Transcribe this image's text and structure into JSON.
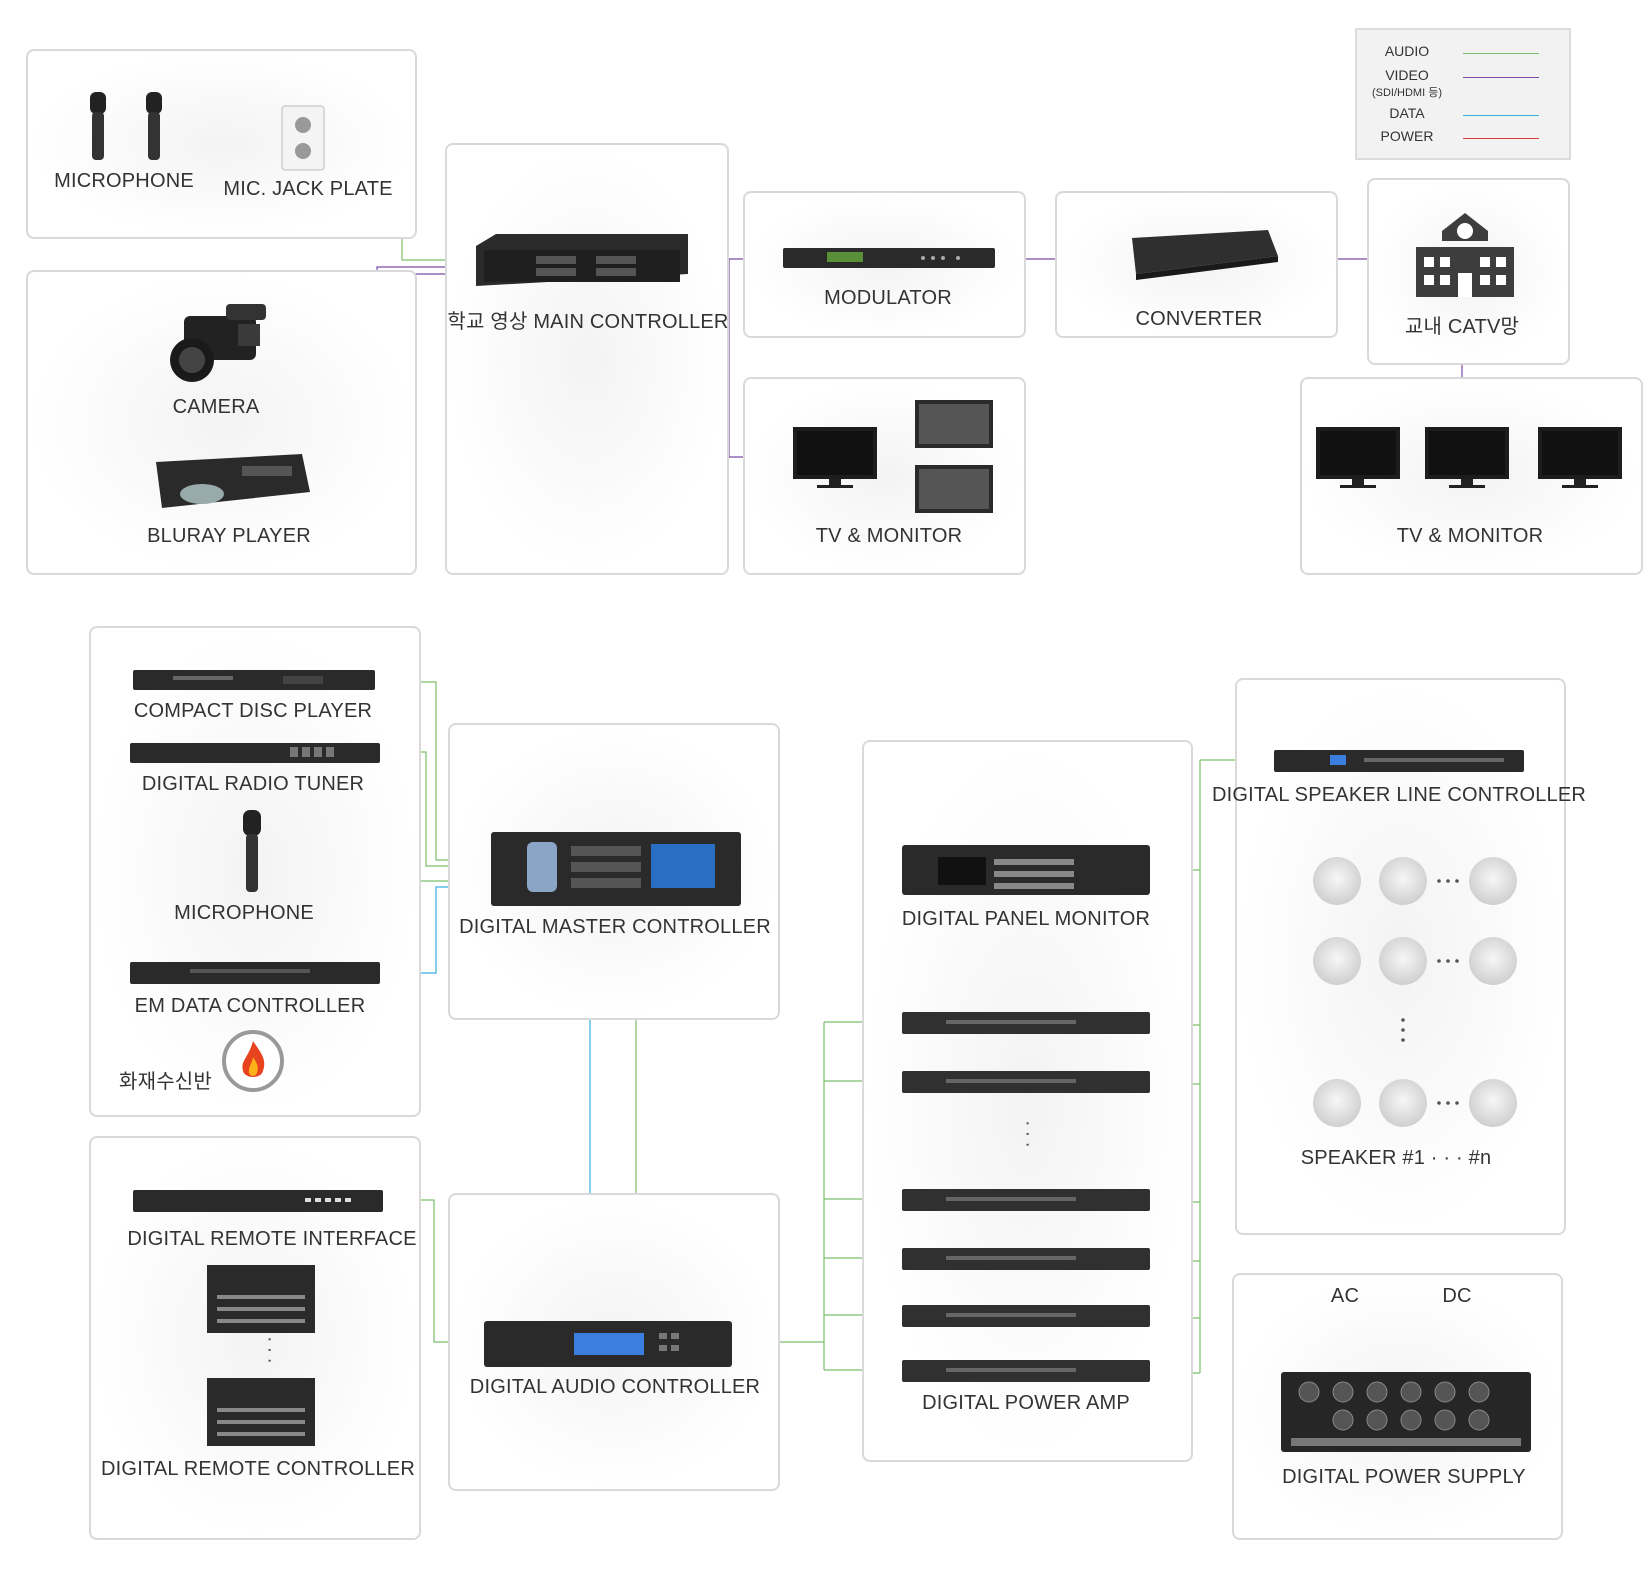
{
  "legend": {
    "items": [
      {
        "name": "AUDIO",
        "sub": "",
        "color": "#7cbf6a"
      },
      {
        "name": "VIDEO",
        "sub": "(SDI/HDMI 등)",
        "color": "#7b4aa7"
      },
      {
        "name": "DATA",
        "sub": "",
        "color": "#3aaee0"
      },
      {
        "name": "POWER",
        "sub": "",
        "color": "#e23b3b"
      }
    ]
  },
  "video_system": {
    "microphone": "MICROPHONE",
    "mic_jack_plate": "MIC. JACK PLATE",
    "camera": "CAMERA",
    "bluray_player": "BLURAY PLAYER",
    "main_controller": "학교 영상 MAIN CONTROLLER",
    "modulator": "MODULATOR",
    "converter": "CONVERTER",
    "catv": "교내 CATV망",
    "tv_monitor_1": "TV & MONITOR",
    "tv_monitor_2": "TV & MONITOR"
  },
  "audio_system": {
    "cd_player": "COMPACT DISC PLAYER",
    "radio_tuner": "DIGITAL RADIO TUNER",
    "microphone": "MICROPHONE",
    "em_data_controller": "EM DATA CONTROLLER",
    "fire_panel": "화재수신반",
    "master_controller": "DIGITAL MASTER CONTROLLER",
    "remote_interface": "DIGITAL REMOTE INTERFACE",
    "remote_controller": "DIGITAL REMOTE CONTROLLER",
    "audio_controller": "DIGITAL AUDIO CONTROLLER",
    "panel_monitor": "DIGITAL PANEL MONITOR",
    "power_amp": "DIGITAL POWER AMP",
    "speaker_line_controller": "DIGITAL SPEAKER LINE CONTROLLER",
    "speaker_range": "SPEAKER #1 · · · #n",
    "ac": "AC",
    "dc": "DC",
    "power_supply": "DIGITAL POWER SUPPLY"
  },
  "icons": [
    "microphone-icon",
    "jack-plate-icon",
    "camera-icon",
    "bluray-icon",
    "rack-unit-icon",
    "school-building-icon",
    "monitor-icon",
    "ceiling-speaker-icon",
    "fire-icon"
  ]
}
